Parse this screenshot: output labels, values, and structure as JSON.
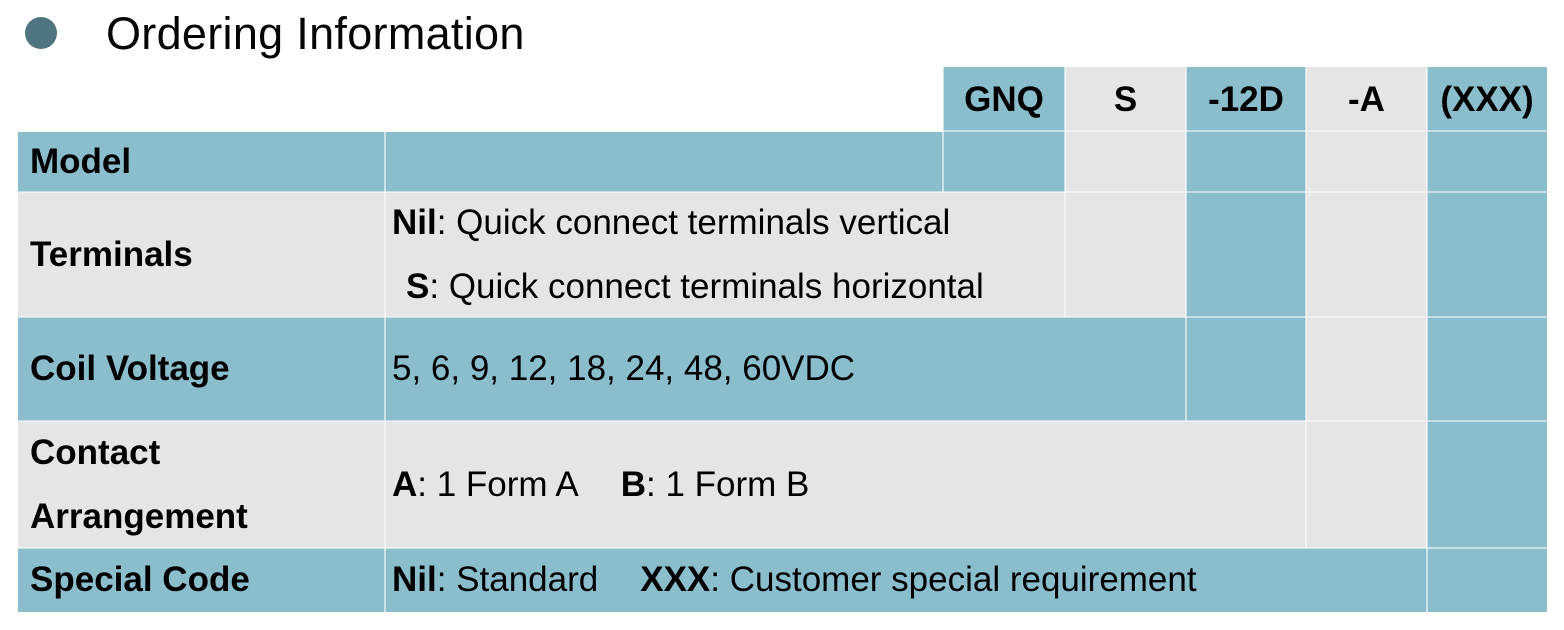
{
  "colors": {
    "teal": "#8abecd",
    "gray": "#e5e5e6",
    "bullet": "#4e7580"
  },
  "header": {
    "title": "Ordering Information"
  },
  "part_number": {
    "segments": [
      {
        "code": "GNQ"
      },
      {
        "code": "S"
      },
      {
        "code": "-12D"
      },
      {
        "code": "-A"
      },
      {
        "code": "(XXX)"
      }
    ]
  },
  "table": {
    "rows": [
      {
        "label": {
          "line1": "Model"
        }
      },
      {
        "label": {
          "line1": "Terminals"
        },
        "content": {
          "line1": {
            "key": "Nil",
            "desc": ": Quick connect terminals vertical"
          },
          "line2": {
            "key": "S",
            "desc": ": Quick connect terminals horizontal"
          }
        }
      },
      {
        "label": {
          "line1": "Coil Voltage"
        },
        "content": {
          "line1": {
            "desc": "5, 6, 9, 12, 18, 24, 48, 60VDC"
          }
        }
      },
      {
        "label": {
          "line1": "Contact",
          "line2": "Arrangement"
        },
        "content": {
          "line1": {
            "key": "A",
            "desc": ": 1 Form A",
            "key2": "B",
            "desc2": ": 1 Form B"
          }
        }
      },
      {
        "label": {
          "line1": "Special Code"
        },
        "content": {
          "line1": {
            "key": "Nil",
            "desc": ": Standard",
            "key2": "XXX",
            "desc2": ": Customer special requirement"
          }
        }
      }
    ]
  }
}
